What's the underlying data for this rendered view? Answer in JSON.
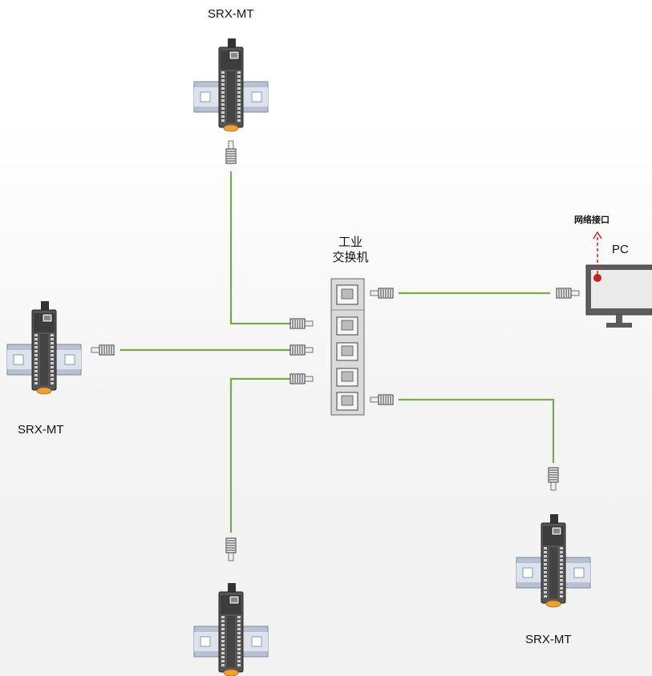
{
  "labels": {
    "device_top": "SRX-MT",
    "device_left": "SRX-MT",
    "device_right": "SRX-MT",
    "switch_line1": "工业",
    "switch_line2": "交换机",
    "pc": "PC",
    "network_port": "网络接口"
  },
  "colors": {
    "cable": "#79a84a",
    "arrow": "#d42020",
    "rail": "#8a98b0",
    "module": "#4a4a4a",
    "pc_screen": "#666666",
    "orange": "#f0a030"
  },
  "icons": {
    "device": "din-rail-io-module",
    "switch": "industrial-ethernet-switch",
    "pc": "desktop-monitor",
    "connector": "rj45-plug-icon"
  }
}
